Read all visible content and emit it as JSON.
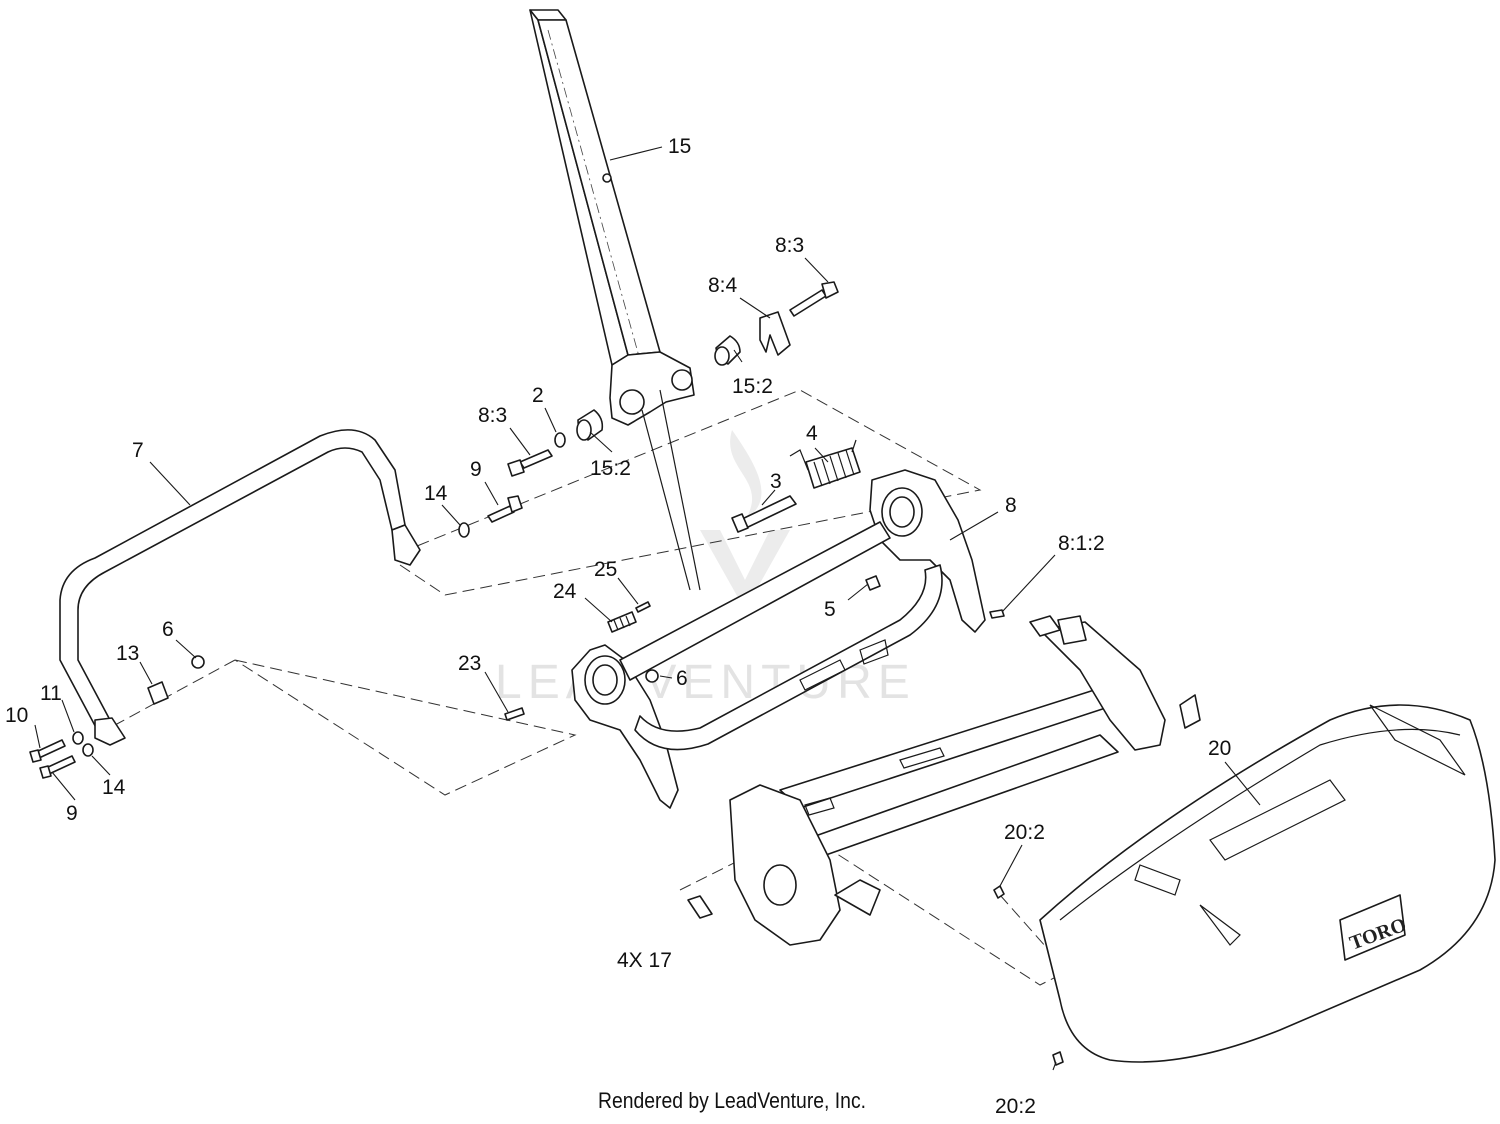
{
  "diagram": {
    "watermark": "LEADVENTURE",
    "footer": "Rendered by LeadVenture, Inc.",
    "brand_logo": "TORO",
    "callouts": [
      {
        "id": "c15",
        "label": "15"
      },
      {
        "id": "c8-3-top",
        "label": "8:3"
      },
      {
        "id": "c8-4",
        "label": "8:4"
      },
      {
        "id": "c15-2-right",
        "label": "15:2"
      },
      {
        "id": "c2",
        "label": "2"
      },
      {
        "id": "c8-3-left",
        "label": "8:3"
      },
      {
        "id": "c15-2-left",
        "label": "15:2"
      },
      {
        "id": "c4",
        "label": "4"
      },
      {
        "id": "c7",
        "label": "7"
      },
      {
        "id": "c9-top",
        "label": "9"
      },
      {
        "id": "c14-top",
        "label": "14"
      },
      {
        "id": "c3",
        "label": "3"
      },
      {
        "id": "c8",
        "label": "8"
      },
      {
        "id": "c8-1-2",
        "label": "8:1:2"
      },
      {
        "id": "c25",
        "label": "25"
      },
      {
        "id": "c24",
        "label": "24"
      },
      {
        "id": "c5",
        "label": "5"
      },
      {
        "id": "c6-left",
        "label": "6"
      },
      {
        "id": "c13",
        "label": "13"
      },
      {
        "id": "c23",
        "label": "23"
      },
      {
        "id": "c6-mid",
        "label": "6"
      },
      {
        "id": "c11",
        "label": "11"
      },
      {
        "id": "c10",
        "label": "10"
      },
      {
        "id": "c14-bottom",
        "label": "14"
      },
      {
        "id": "c9-bottom",
        "label": "9"
      },
      {
        "id": "c20",
        "label": "20"
      },
      {
        "id": "c20-2-top",
        "label": "20:2"
      },
      {
        "id": "c4x17",
        "label": "4X 17"
      },
      {
        "id": "c20-2-bottom",
        "label": "20:2"
      }
    ]
  }
}
